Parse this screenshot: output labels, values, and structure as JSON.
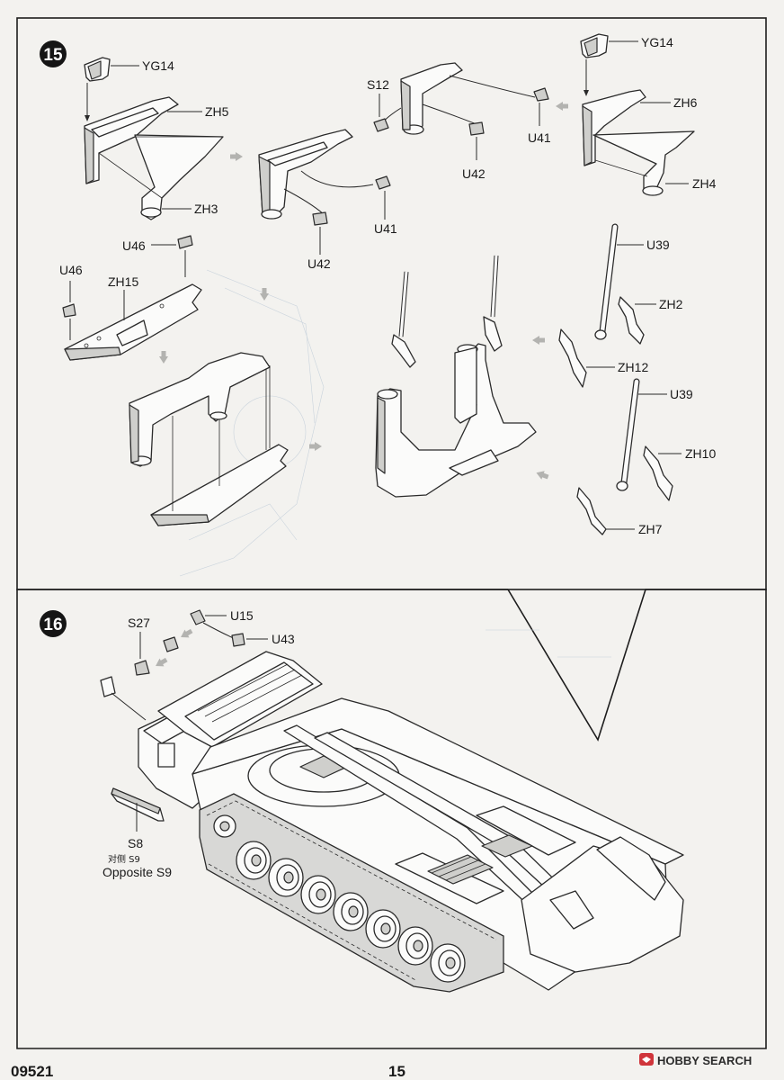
{
  "step15": {
    "number": "15",
    "labels": {
      "yg14_left": "YG14",
      "zh5": "ZH5",
      "zh3": "ZH3",
      "s12": "S12",
      "u41_top": "U41",
      "u42_top": "U42",
      "u41_mid": "U41",
      "u42_mid": "U42",
      "yg14_right": "YG14",
      "zh6": "ZH6",
      "zh4": "ZH4",
      "u46_a": "U46",
      "u46_b": "U46",
      "zh15": "ZH15",
      "u39_a": "U39",
      "zh2": "ZH2",
      "zh12": "ZH12",
      "u39_b": "U39",
      "zh10": "ZH10",
      "zh7": "ZH7"
    }
  },
  "step16": {
    "number": "16",
    "labels": {
      "s27": "S27",
      "u15": "U15",
      "u43": "U43",
      "s8": "S8",
      "opposite_cn": "对侧 S9",
      "opposite_en": "Opposite S9"
    }
  },
  "footer": {
    "product_code": "09521",
    "page_number": "15"
  },
  "watermark": {
    "brand": "HOBBY SEARCH"
  }
}
